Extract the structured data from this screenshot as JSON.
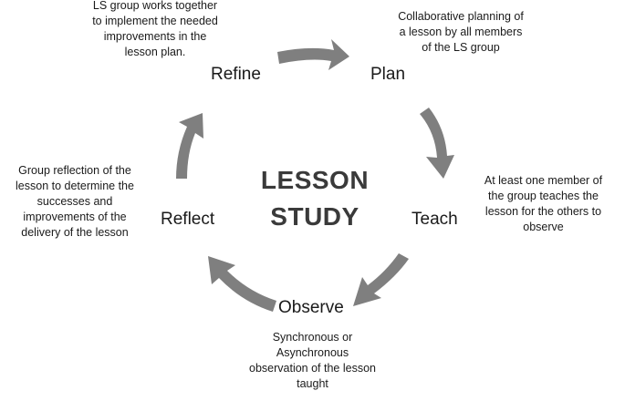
{
  "center": {
    "line1": "LESSON",
    "line2": "STUDY"
  },
  "stages": {
    "plan": {
      "label": "Plan",
      "desc": [
        "Collaborative planning of",
        "a lesson by all members",
        "of the LS group"
      ]
    },
    "teach": {
      "label": "Teach",
      "desc": [
        "At least one member of",
        "the group teaches the",
        "lesson for the others to",
        "observe"
      ]
    },
    "observe": {
      "label": "Observe",
      "desc": [
        "Synchronous or",
        "Asynchronous",
        "observation of the lesson",
        "taught"
      ]
    },
    "reflect": {
      "label": "Reflect",
      "desc": [
        "Group reflection of the",
        "lesson to determine the",
        "successes and",
        "improvements of the",
        "delivery of the lesson"
      ]
    },
    "refine": {
      "label": "Refine",
      "desc": [
        "LS group works together",
        "to implement the needed",
        "improvements in the",
        "lesson plan."
      ]
    }
  },
  "colors": {
    "arrow": "#7f7f7f",
    "text": "#1a1a1a",
    "title": "#3a3a3a"
  }
}
